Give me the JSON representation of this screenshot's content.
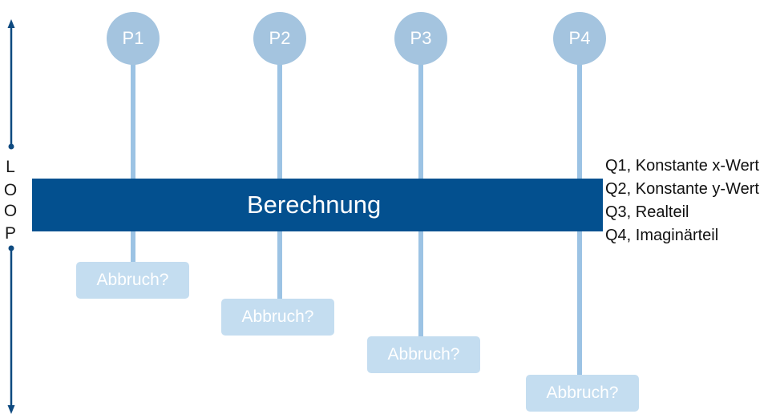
{
  "loop_letters": [
    "L",
    "O",
    "O",
    "P"
  ],
  "bar_label": "Berechnung",
  "columns": [
    {
      "label": "P1",
      "abort_label": "Abbruch?"
    },
    {
      "label": "P2",
      "abort_label": "Abbruch?"
    },
    {
      "label": "P3",
      "abort_label": "Abbruch?"
    },
    {
      "label": "P4",
      "abort_label": "Abbruch?"
    }
  ],
  "q_items": [
    "Q1, Konstante x-Wert",
    "Q2, Konstante y-Wert",
    "Q3, Realteil",
    "Q4, Imaginärteil"
  ],
  "colors": {
    "bar": "#03508f",
    "circle": "#a4c4df",
    "line": "#9cc3e4",
    "abort_box": "#c4ddf0",
    "loop_arrow": "#0e4a80"
  }
}
